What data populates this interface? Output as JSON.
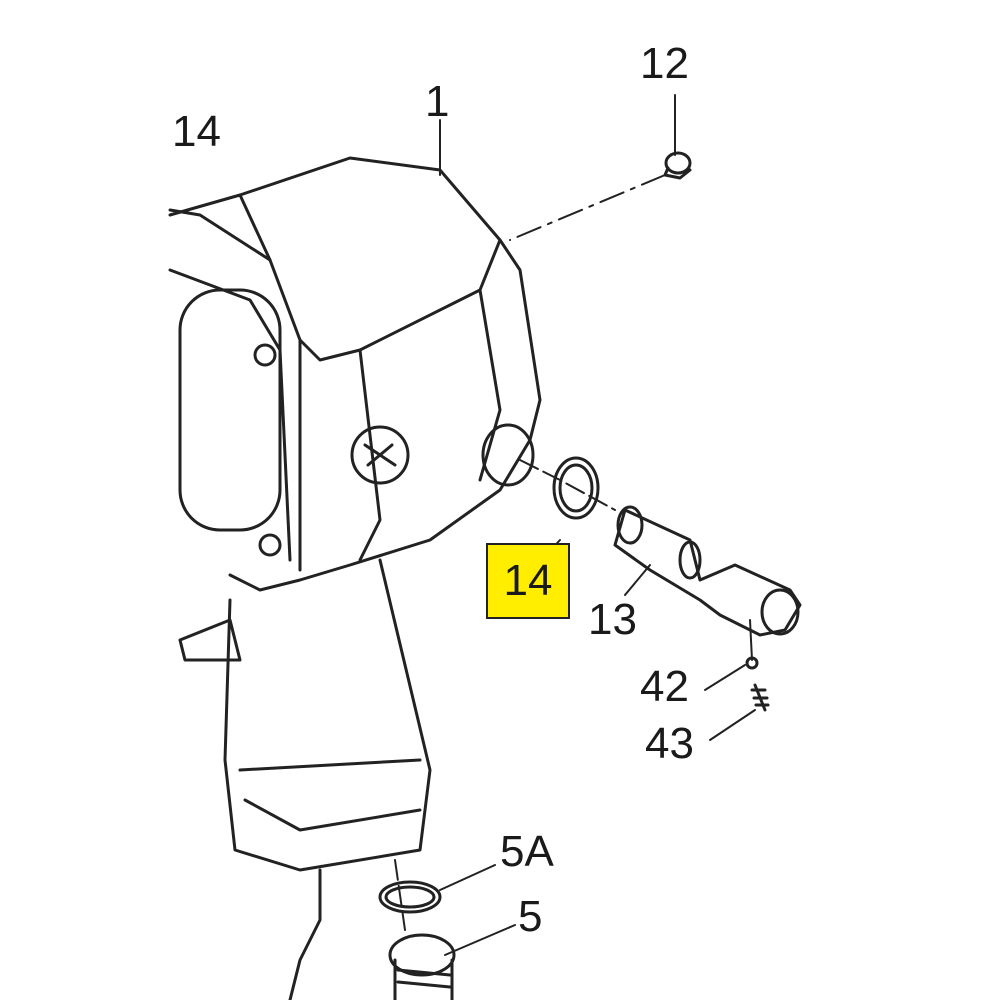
{
  "diagram": {
    "type": "exploded parts diagram",
    "highlight_color": "#ffee00",
    "callouts": [
      {
        "id": "c1",
        "label": "1"
      },
      {
        "id": "c12",
        "label": "12"
      },
      {
        "id": "c14a",
        "label": "14"
      },
      {
        "id": "c14b",
        "label": "14",
        "highlighted": true
      },
      {
        "id": "c13",
        "label": "13"
      },
      {
        "id": "c42",
        "label": "42"
      },
      {
        "id": "c43",
        "label": "43"
      },
      {
        "id": "c5a",
        "label": "5A"
      },
      {
        "id": "c5",
        "label": "5"
      }
    ]
  }
}
